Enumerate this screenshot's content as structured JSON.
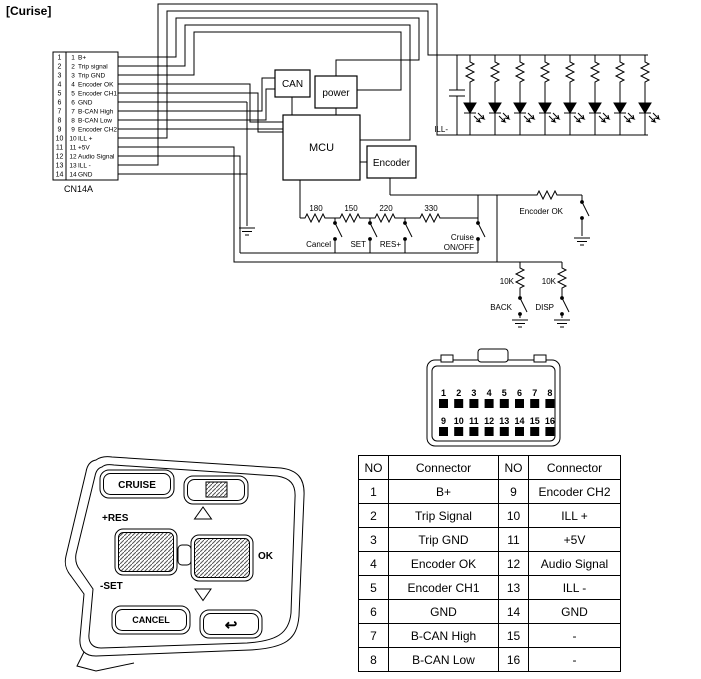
{
  "title": "[Curise]",
  "connector": {
    "name": "CN14A",
    "pins": [
      {
        "no": "1",
        "label": "B+"
      },
      {
        "no": "2",
        "label": "Trip signal"
      },
      {
        "no": "3",
        "label": "Trip GND"
      },
      {
        "no": "4",
        "label": "Encoder OK"
      },
      {
        "no": "5",
        "label": "Encoder CH1"
      },
      {
        "no": "6",
        "label": "GND"
      },
      {
        "no": "7",
        "label": "B-CAN High"
      },
      {
        "no": "8",
        "label": "B-CAN Low"
      },
      {
        "no": "9",
        "label": "Encoder CH2"
      },
      {
        "no": "10",
        "label": "ILL +"
      },
      {
        "no": "11",
        "label": "+5V"
      },
      {
        "no": "12",
        "label": "Audio Signal"
      },
      {
        "no": "13",
        "label": "ILL -"
      },
      {
        "no": "14",
        "label": "GND"
      }
    ]
  },
  "blocks": {
    "can": "CAN",
    "power": "power",
    "mcu": "MCU",
    "encoder": "Encoder"
  },
  "illumination": {
    "rail_label": "ILL-"
  },
  "ladder": {
    "resistors": [
      "180",
      "150",
      "220",
      "330"
    ],
    "switches": [
      "Cancel",
      "SET",
      "RES+"
    ],
    "cruise": [
      "Cruise",
      "ON/OFF"
    ]
  },
  "encoder_ok_label": "Encoder OK",
  "back_disp": {
    "resistors": [
      "10K",
      "10K"
    ],
    "switches": [
      "BACK",
      "DISP"
    ]
  },
  "plug": {
    "top_row": [
      "1",
      "2",
      "3",
      "4",
      "5",
      "6",
      "7",
      "8"
    ],
    "bottom_row": [
      "9",
      "10",
      "11",
      "12",
      "13",
      "14",
      "15",
      "16"
    ]
  },
  "steering": {
    "cruise": "CRUISE",
    "res": "+RES",
    "set": "-SET",
    "ok": "OK",
    "cancel": "CANCEL",
    "back_icon": "↩"
  },
  "pin_table": {
    "headers": [
      "NO",
      "Connector",
      "NO",
      "Connector"
    ],
    "rows": [
      [
        "1",
        "B+",
        "9",
        "Encoder CH2"
      ],
      [
        "2",
        "Trip Signal",
        "10",
        "ILL +"
      ],
      [
        "3",
        "Trip GND",
        "11",
        "+5V"
      ],
      [
        "4",
        "Encoder OK",
        "12",
        "Audio Signal"
      ],
      [
        "5",
        "Encoder CH1",
        "13",
        "ILL -"
      ],
      [
        "6",
        "GND",
        "14",
        "GND"
      ],
      [
        "7",
        "B-CAN High",
        "15",
        "-"
      ],
      [
        "8",
        "B-CAN Low",
        "16",
        "-"
      ]
    ]
  }
}
